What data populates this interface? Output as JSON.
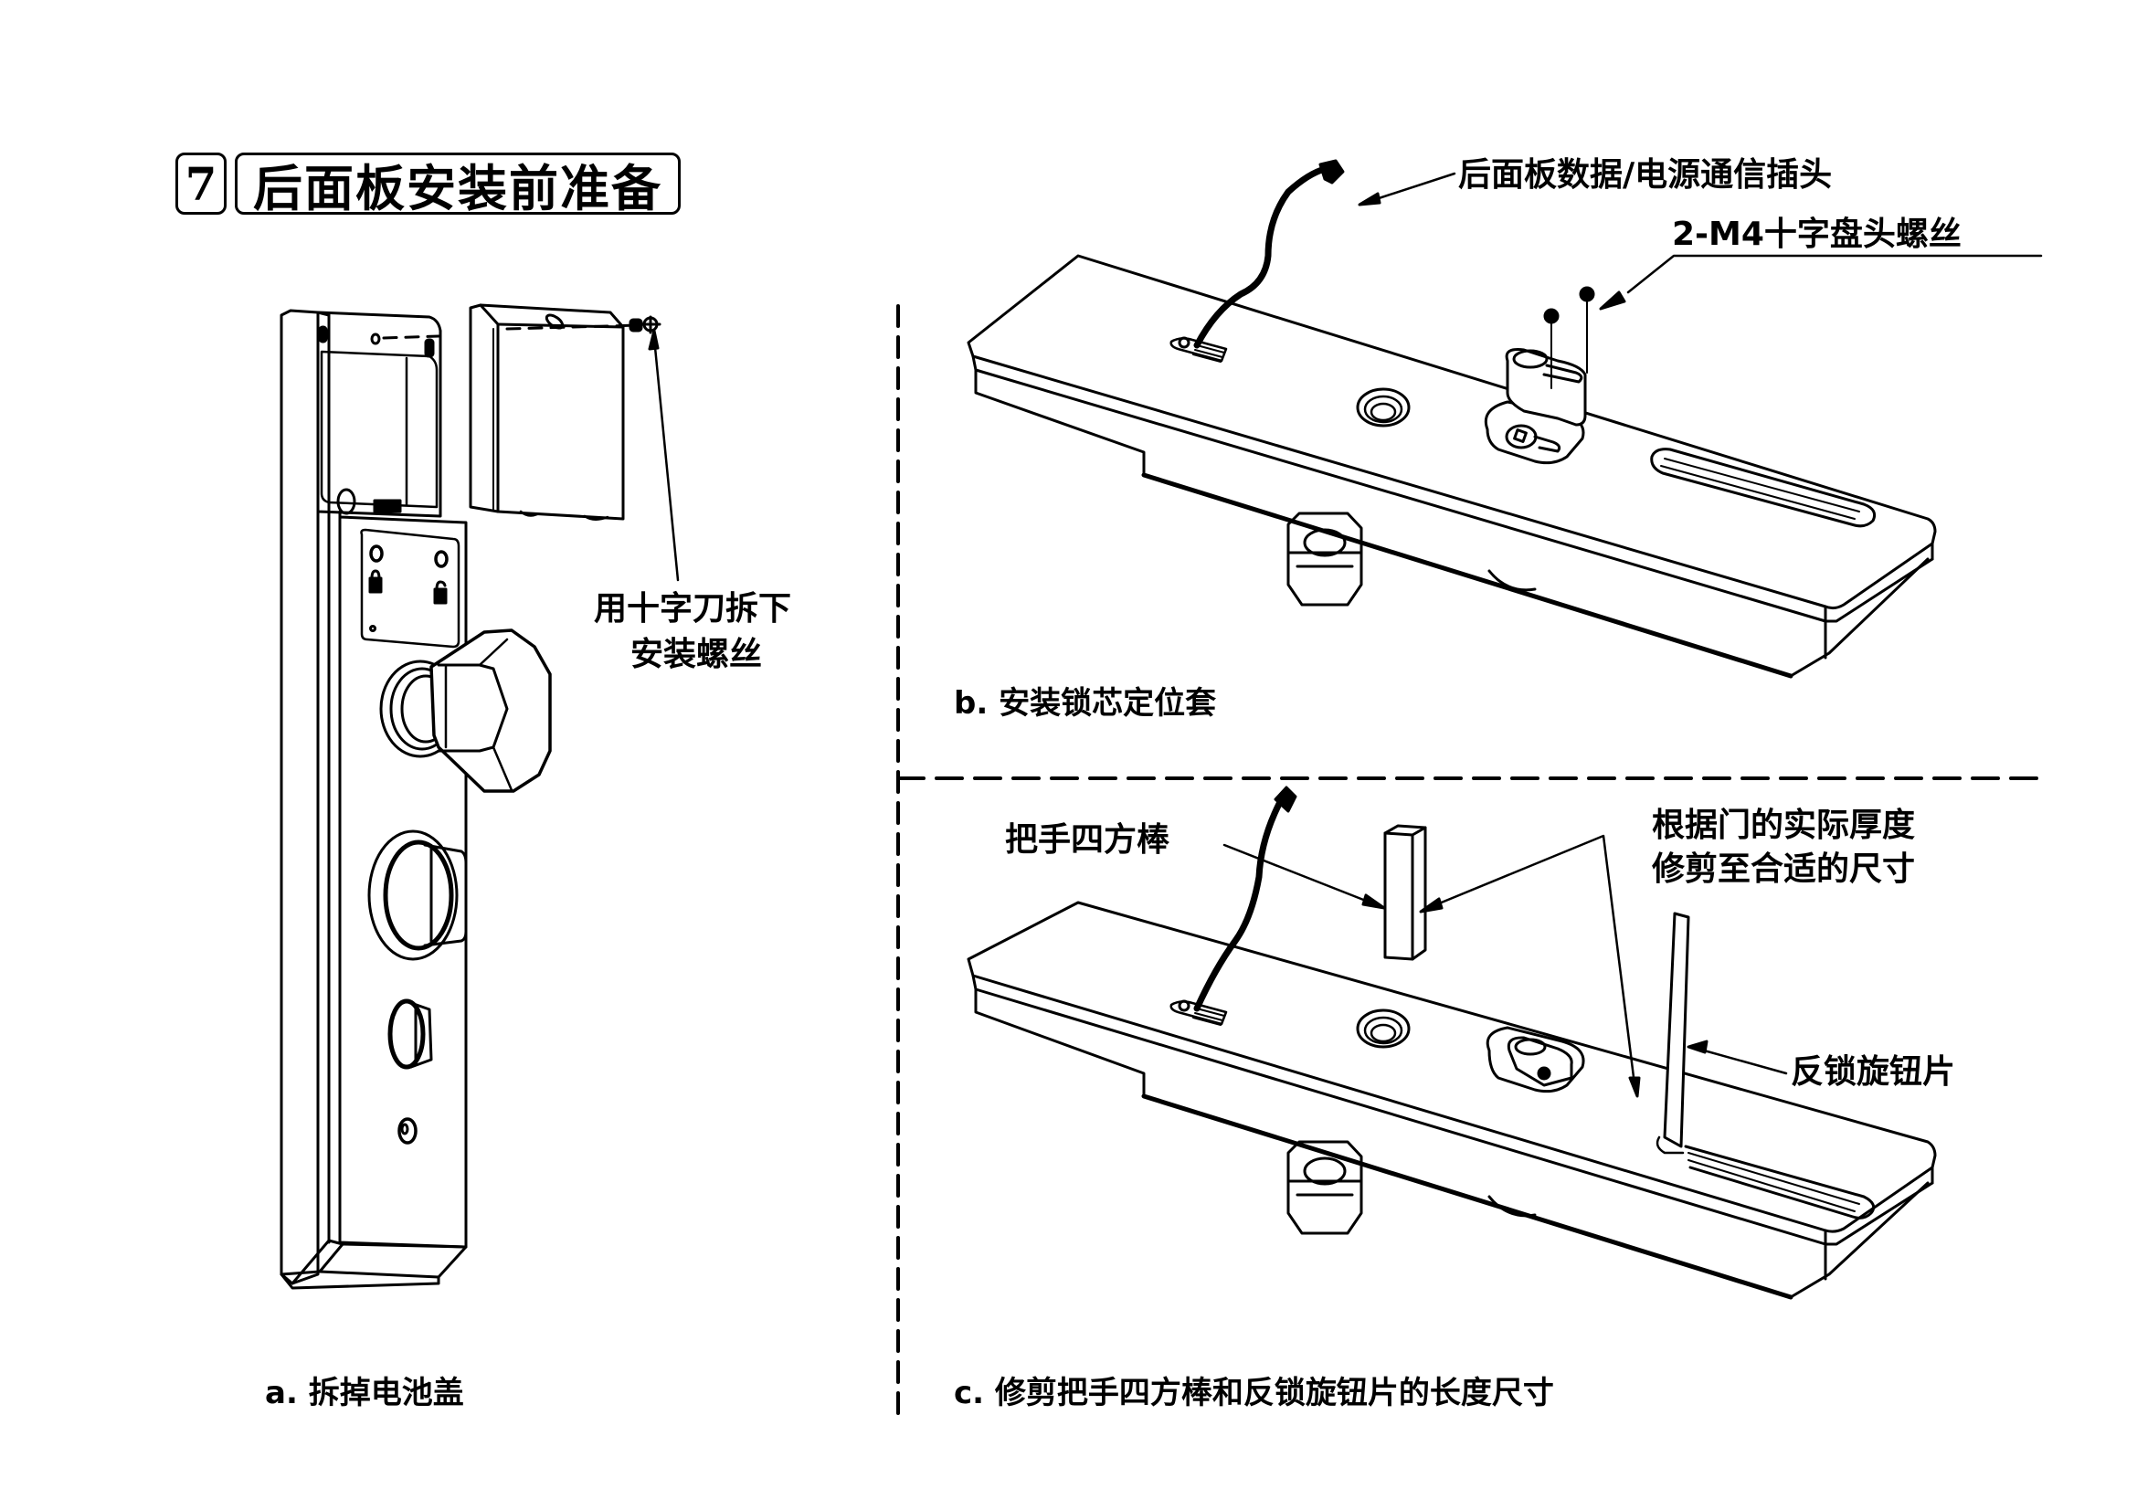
{
  "header": {
    "step_number": "7",
    "title": "后面板安装前准备"
  },
  "panel_a": {
    "callout_line1": "用十字刀拆下",
    "callout_line2": "安装螺丝",
    "caption": "a. 拆掉电池盖"
  },
  "panel_b": {
    "callout_connector": "后面板数据/电源通信插头",
    "callout_screws": "2-M4十字盘头螺丝",
    "caption": "b. 安装锁芯定位套"
  },
  "panel_c": {
    "callout_spindle": "把手四方棒",
    "callout_trim_line1": "根据门的实际厚度",
    "callout_trim_line2": "修剪至合适的尺寸",
    "callout_thumbturn": "反锁旋钮片",
    "caption": "c. 修剪把手四方棒和反锁旋钮片的长度尺寸"
  }
}
